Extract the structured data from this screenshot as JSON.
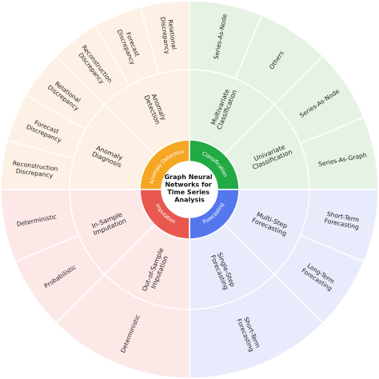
{
  "center": {
    "lines": [
      "Graph Neural",
      "Networks for",
      "Time Series",
      "Analysis"
    ]
  },
  "colors": {
    "anomaly_core": "#f5a623",
    "classification_core": "#22aa44",
    "forecasting_core": "#5577ee",
    "imputation_core": "#e8584e",
    "anomaly_fill": "#fdf0e4",
    "classification_fill": "#e6f3e4",
    "forecasting_fill": "#e8ebfb",
    "imputation_fill": "#fde8e8",
    "center_ring": "#ffffff"
  },
  "categories": [
    {
      "id": "anomaly",
      "name": "Anomaly Detection",
      "subs": [
        {
          "lines": [
            "Anomaly",
            "Diagnosis"
          ],
          "leaves": [
            {
              "lines": [
                "Reconstruction",
                "Discrepancy"
              ]
            },
            {
              "lines": [
                "Forecast",
                "Discrepancy"
              ]
            },
            {
              "lines": [
                "Relational",
                "Discrepancy"
              ]
            }
          ]
        },
        {
          "lines": [
            "Anomaly",
            "Detection"
          ],
          "leaves": [
            {
              "lines": [
                "Reconstruction",
                "Discrepancy"
              ]
            },
            {
              "lines": [
                "Forecast",
                "Discrepancy"
              ]
            },
            {
              "lines": [
                "Relational",
                "Discrepancy"
              ]
            }
          ]
        }
      ]
    },
    {
      "id": "classification",
      "name": "Classification",
      "subs": [
        {
          "lines": [
            "Multivariate",
            "Classification"
          ],
          "leaves": [
            {
              "lines": [
                "Series-As-Node"
              ]
            },
            {
              "lines": [
                "Others"
              ]
            }
          ]
        },
        {
          "lines": [
            "Univariate",
            "Classification"
          ],
          "leaves": [
            {
              "lines": [
                "Series-As-Node"
              ]
            },
            {
              "lines": [
                "Series-As-Graph"
              ]
            }
          ]
        }
      ]
    },
    {
      "id": "forecasting",
      "name": "Forecasting",
      "subs": [
        {
          "lines": [
            "Multi-Step",
            "Forecasting"
          ],
          "leaves": [
            {
              "lines": [
                "Short-Term",
                "Forecasting"
              ]
            },
            {
              "lines": [
                "Long-Term",
                "Forecasting"
              ]
            }
          ]
        },
        {
          "lines": [
            "Single-Step",
            "Forecasting"
          ],
          "leaves": [
            {
              "lines": [
                "Short-Term",
                "Forecasting"
              ]
            }
          ]
        }
      ]
    },
    {
      "id": "imputation",
      "name": "Imputation",
      "subs": [
        {
          "lines": [
            "Out-of-Sample",
            "Imputation"
          ],
          "leaves": [
            {
              "lines": [
                "Deterministic"
              ]
            }
          ]
        },
        {
          "lines": [
            "In-Sample",
            "Imputation"
          ],
          "leaves": [
            {
              "lines": [
                "Probabilistic"
              ]
            },
            {
              "lines": [
                "Deterministic"
              ]
            }
          ]
        }
      ]
    }
  ]
}
